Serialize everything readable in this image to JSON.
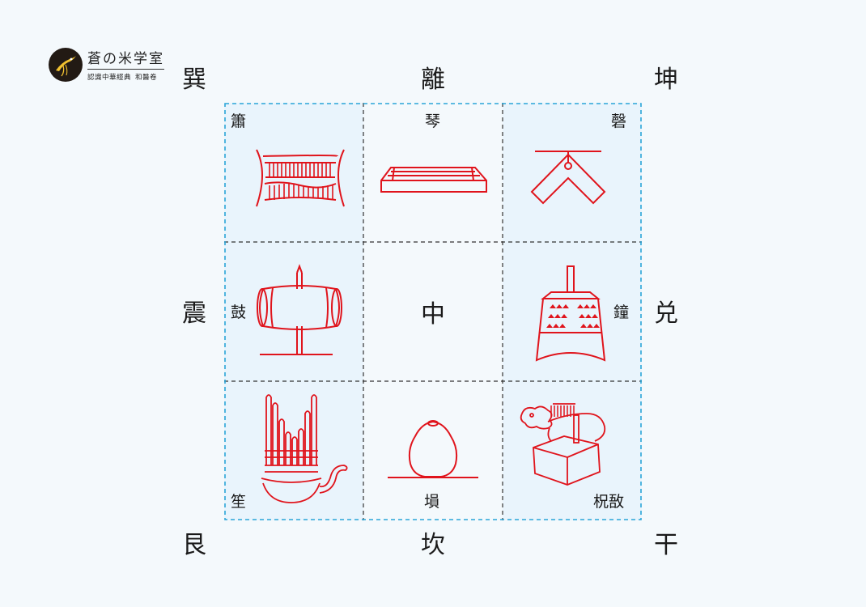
{
  "logo": {
    "title": "蒼の米学室",
    "subtitle_a": "認識中華經典",
    "subtitle_b": "和醫卷",
    "icon": "crane-bird-icon"
  },
  "trigrams": {
    "xun": "巽",
    "li": "離",
    "kun": "坤",
    "zhen": "震",
    "dui": "兑",
    "gen": "艮",
    "kan": "坎",
    "qian": "干"
  },
  "instruments": {
    "xiao": "簫",
    "qin": "琴",
    "qing": "磬",
    "gu": "鼓",
    "zhong_center": "中",
    "zhong_bell": "鐘",
    "sheng": "笙",
    "xun": "塤",
    "zhu_yu": "柷敔"
  },
  "colors": {
    "instrument_stroke": "#e0141c",
    "outer_border": "#2aa5d8",
    "inner_grid": "#333333",
    "shaded_cell": "#e9f4fc",
    "page_background": "#f4f9fc"
  }
}
